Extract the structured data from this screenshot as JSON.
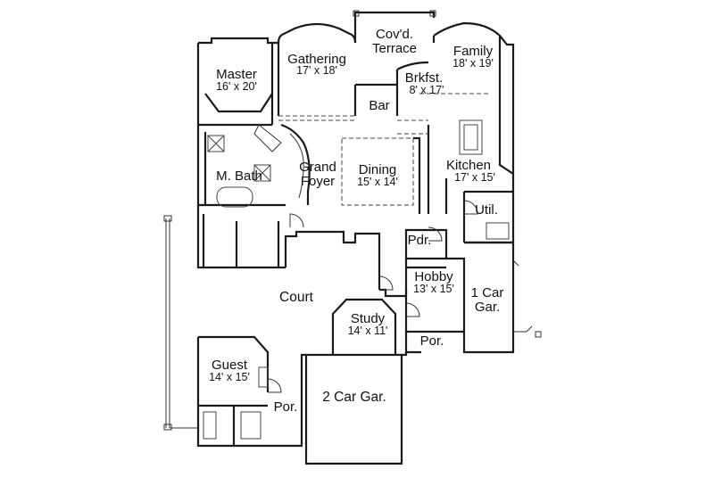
{
  "rooms": {
    "covd_terrace": {
      "line1": "Cov'd.",
      "line2": "Terrace"
    },
    "gathering": {
      "name": "Gathering",
      "dims": "17' x 18'"
    },
    "family": {
      "name": "Family",
      "dims": "18' x 19'"
    },
    "master": {
      "name": "Master",
      "dims": "16' x 20'"
    },
    "brkfst": {
      "name": "Brkfst.",
      "dims": "8' x 17'"
    },
    "bar": {
      "name": "Bar"
    },
    "grand_foyer": {
      "line1": "Grand",
      "line2": "Foyer"
    },
    "dining": {
      "name": "Dining",
      "dims": "15' x 14'"
    },
    "kitchen": {
      "name": "Kitchen",
      "dims": "17' x 15'"
    },
    "m_bath": {
      "name": "M. Bath"
    },
    "util": {
      "name": "Util."
    },
    "pdr": {
      "name": "Pdr."
    },
    "hobby": {
      "name": "Hobby",
      "dims": "13' x 15'"
    },
    "one_car_gar": {
      "line1": "1 Car",
      "line2": "Gar."
    },
    "court": {
      "name": "Court"
    },
    "study": {
      "name": "Study",
      "dims": "14' x 11'"
    },
    "por_right": {
      "name": "Por."
    },
    "guest": {
      "name": "Guest",
      "dims": "14' x 15'"
    },
    "por_left": {
      "name": "Por."
    },
    "two_car_gar": {
      "name": "2 Car Gar."
    }
  }
}
